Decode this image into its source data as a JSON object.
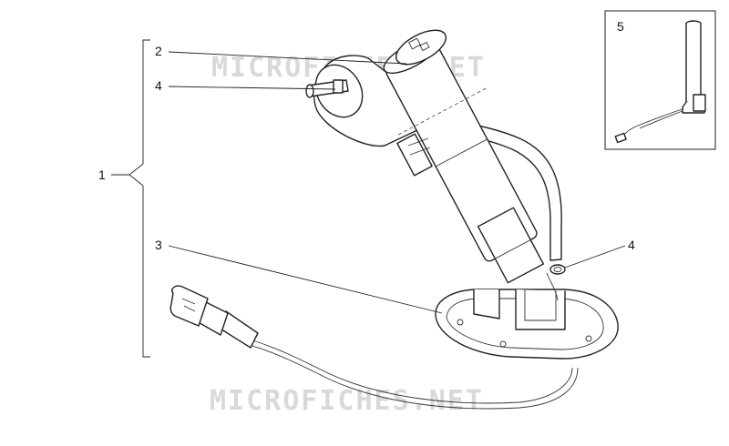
{
  "diagram": {
    "callouts": {
      "assembly": "1",
      "pump_cap": "2",
      "flange_base": "3",
      "pipe_clamp_upper": "4",
      "pipe_clamp_lower": "4",
      "level_sensor": "5"
    },
    "watermarks": [
      "MICROFICHES.NET",
      "MICROFICHES.NET"
    ]
  }
}
